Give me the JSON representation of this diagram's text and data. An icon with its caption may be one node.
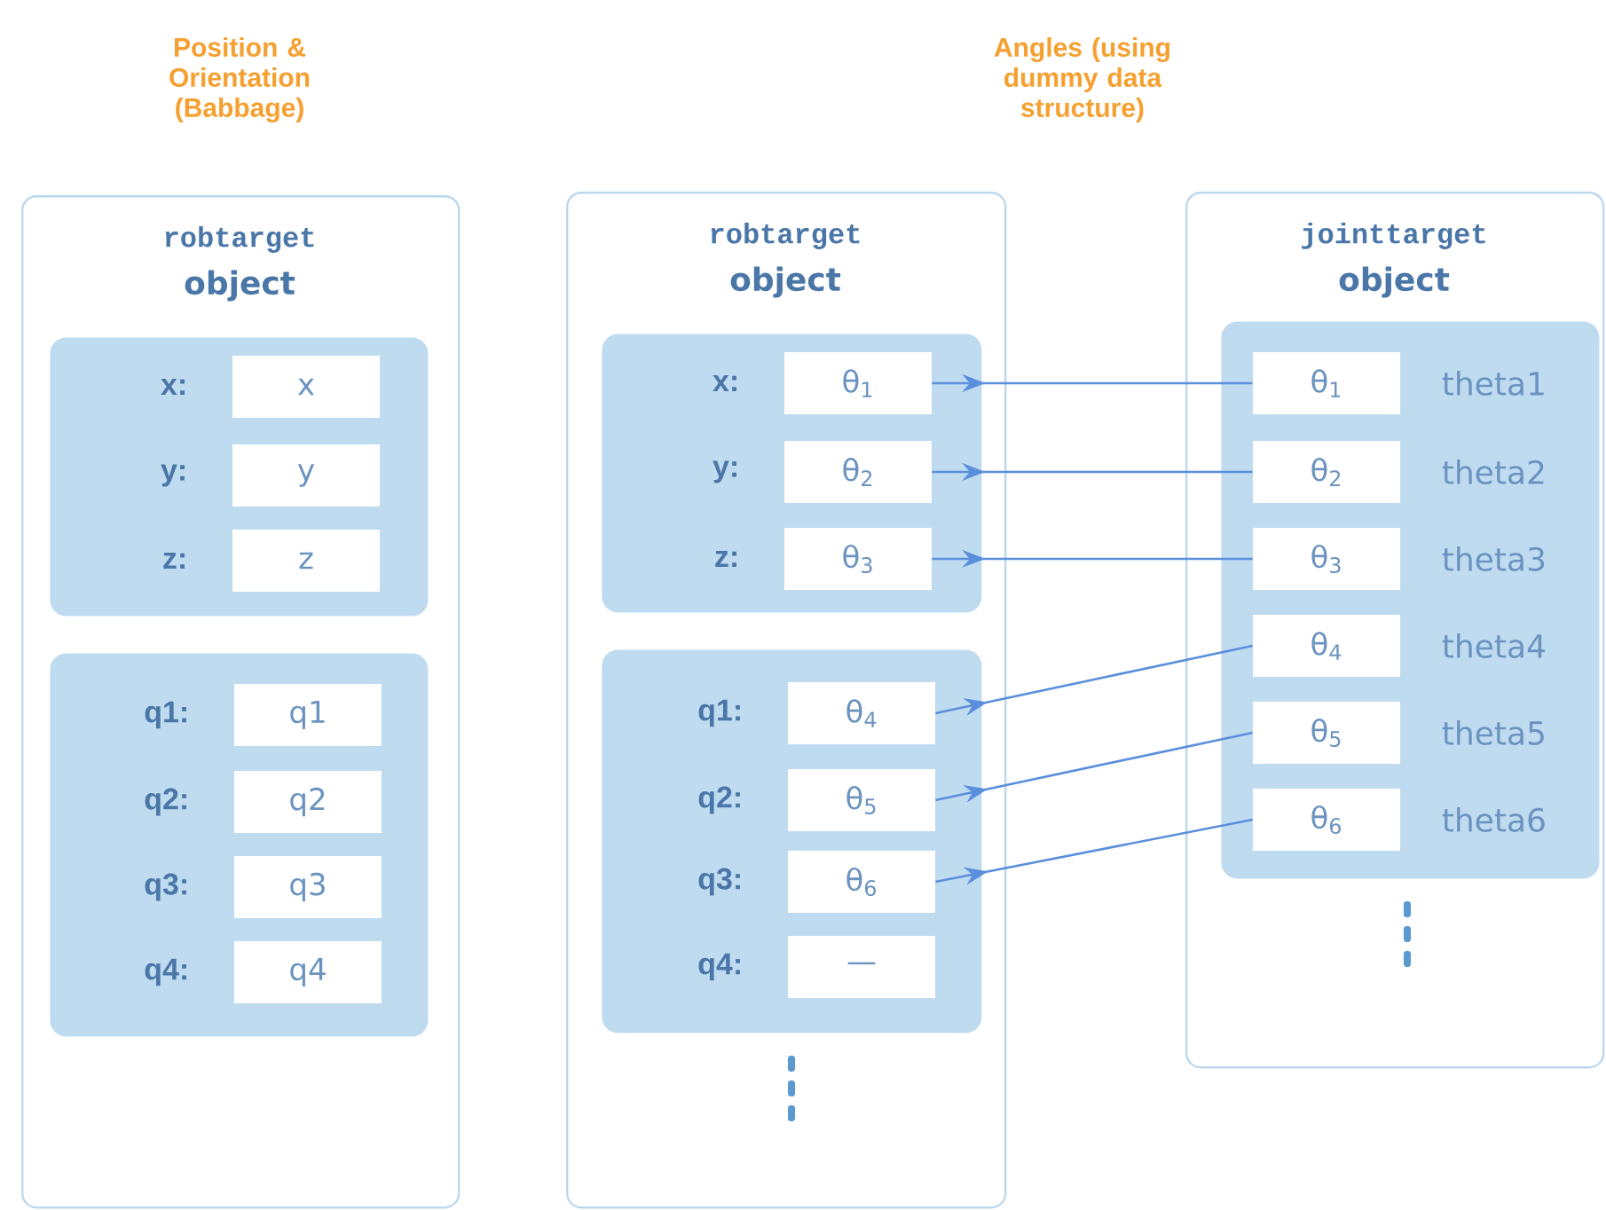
{
  "diagram": {
    "nodes": [
      {
        "text": [
          "robtarget",
          "object"
        ]
      },
      {
        "text": [],
        "shape": "box",
        "in": 0
      },
      {
        "text": [
          "x"
        ],
        "beside": [
          "x:"
        ],
        "in": 1
      },
      {
        "text": [
          "y"
        ],
        "beside": [
          "y:"
        ],
        "in": 1
      },
      {
        "text": [
          "z"
        ],
        "beside": [
          "z:"
        ],
        "in": 1
      },
      {
        "text": [],
        "shape": "box",
        "in": 0
      },
      {
        "text": [
          "q1"
        ],
        "beside": [
          "q1:"
        ],
        "in": 5
      },
      {
        "text": [
          "q2"
        ],
        "beside": [
          "q2:"
        ],
        "in": 5
      },
      {
        "text": [
          "q3"
        ],
        "beside": [
          "q3:"
        ],
        "in": 5
      },
      {
        "text": [
          "q4"
        ],
        "beside": [
          "q4:"
        ],
        "in": 5
      },
      {
        "text": [
          "robtarget",
          "object"
        ]
      },
      {
        "text": [],
        "shape": "box",
        "in": 10
      },
      {
        "text": [
          "θ$_{1}$"
        ],
        "beside": [
          "x:"
        ],
        "in": 11
      },
      {
        "text": [
          "θ$_{2}$"
        ],
        "beside": [
          "y:"
        ],
        "in": 11
      },
      {
        "text": [
          "θ$_{3}$"
        ],
        "beside": [
          "z:"
        ],
        "in": 11
      },
      {
        "text": [],
        "shape": "box",
        "in": 10
      },
      {
        "text": [
          "θ$_{4}$"
        ],
        "beside": [
          "q1:"
        ],
        "in": 15
      },
      {
        "text": [
          "θ$_{5}$"
        ],
        "beside": [
          "q2:"
        ],
        "in": 15
      },
      {
        "text": [
          "θ$_{6}$"
        ],
        "beside": [
          "q3:"
        ],
        "in": 15
      },
      {
        "text": [
          "—"
        ],
        "beside": [
          "q4:"
        ],
        "in": 15
      },
      {
        "text": [
          "jointtarget",
          "object"
        ]
      },
      {
        "text": [],
        "shape": "box",
        "in": 20
      },
      {
        "text": [
          "θ$_{1}$"
        ],
        "beside": [
          "theta1"
        ],
        "in": 21
      },
      {
        "text": [
          "θ$_{2}$"
        ],
        "beside": [
          "theta2"
        ],
        "in": 21
      },
      {
        "text": [
          "θ$_{3}$"
        ],
        "beside": [
          "theta3"
        ],
        "in": 21
      },
      {
        "text": [
          "θ$_{4}$"
        ],
        "beside": [
          "theta4"
        ],
        "in": 21
      },
      {
        "text": [
          "θ$_{5}$"
        ],
        "beside": [
          "theta5"
        ],
        "in": 21
      },
      {
        "text": [
          "θ$_{6}$"
        ],
        "beside": [
          "theta6"
        ],
        "in": 21
      }
    ],
    "edges": [
      {
        "from": 12,
        "to": 22,
        "arrow": "to"
      },
      {
        "from": 13,
        "to": 23,
        "arrow": "to"
      },
      {
        "from": 14,
        "to": 24,
        "arrow": "to"
      },
      {
        "from": 16,
        "to": 25,
        "arrow": "to"
      },
      {
        "from": 17,
        "to": 26,
        "arrow": "to"
      },
      {
        "from": 18,
        "to": 27,
        "arrow": "to"
      }
    ],
    "labels": [
      "Position & Orientation (Babbage)",
      "Angles (using dummy data structure)"
    ]
  }
}
